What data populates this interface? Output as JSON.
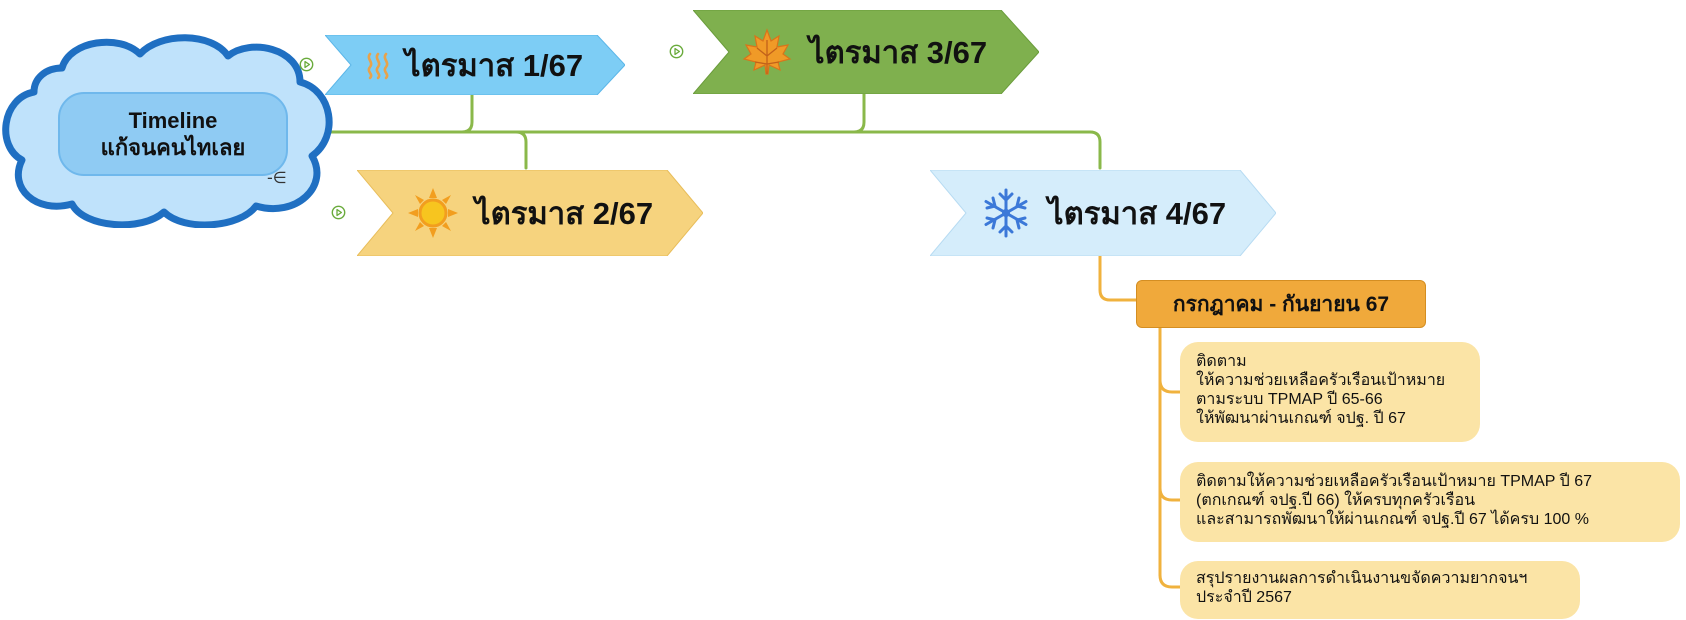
{
  "root": {
    "title": "Timeline",
    "subtitle": "แก้จนคนไทเลย",
    "collapse_glyph": "-∈"
  },
  "quarters": [
    {
      "label": "ไตรมาส 1/67",
      "icon": "heat-waves-icon",
      "color": "#7dcdf5"
    },
    {
      "label": "ไตรมาส 2/67",
      "icon": "sun-icon",
      "color": "#f6d37e"
    },
    {
      "label": "ไตรมาส 3/67",
      "icon": "maple-leaf-icon",
      "color": "#7fb04e"
    },
    {
      "label": "ไตรมาส 4/67",
      "icon": "snowflake-icon",
      "color": "#d5edfb"
    }
  ],
  "subtopic": {
    "label": "กรกฎาคม - กันยายน 67",
    "color": "#f0a93b"
  },
  "notes": [
    {
      "lines": [
        "ติดตาม",
        "ให้ความช่วยเหลือครัวเรือนเป้าหมาย",
        "ตามระบบ TPMAP ปี 65-66",
        "ให้พัฒนาผ่านเกณฑ์ จปฐ. ปี 67"
      ]
    },
    {
      "lines": [
        "ติดตามให้ความช่วยเหลือครัวเรือนเป้าหมาย TPMAP ปี 67",
        "(ตกเกณฑ์ จปฐ.ปี 66) ให้ครบทุกครัวเรือน",
        "และสามารถพัฒนาให้ผ่านเกณฑ์ จปฐ.ปี 67 ได้ครบ 100 %"
      ]
    },
    {
      "lines": [
        "สรุปรายงานผลการดำเนินงานขจัดความยากจนฯ",
        "ประจำปี 2567"
      ]
    }
  ],
  "colors": {
    "connector_green": "#8ab84a",
    "connector_orange": "#f0b23e",
    "cloud_border": "#1f6fc2",
    "cloud_fill": "#bfe2fb",
    "note_fill": "#fbe4a6"
  }
}
